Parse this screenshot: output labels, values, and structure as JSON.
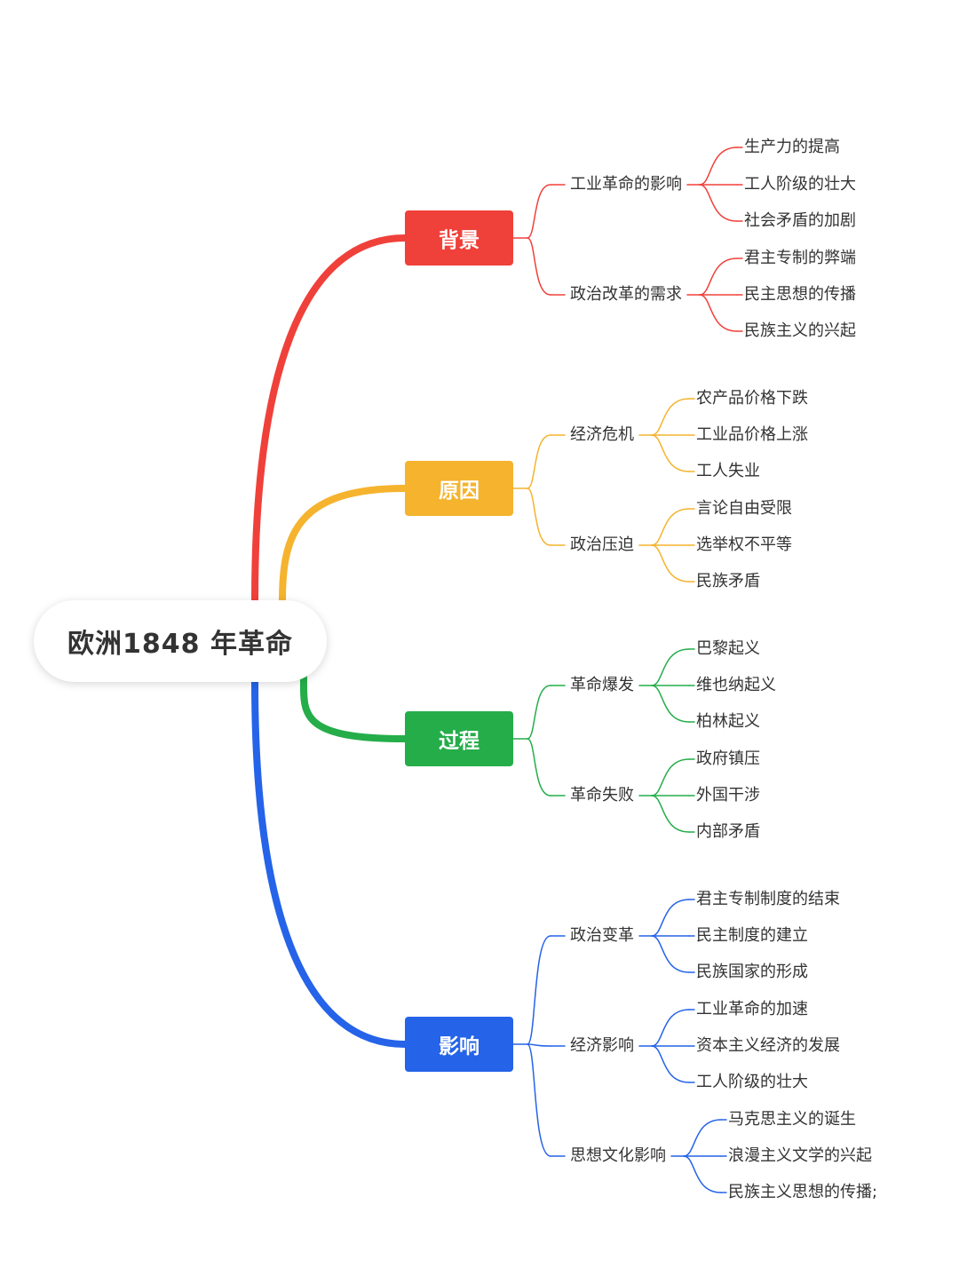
{
  "root": {
    "label": "欧洲1848 年革命"
  },
  "branches": [
    {
      "label": "背景",
      "color": "#f0403a",
      "children": [
        {
          "label": "工业革命的影响",
          "children": [
            "生产力的提高",
            "工人阶级的壮大",
            "社会矛盾的加剧"
          ]
        },
        {
          "label": "政治改革的需求",
          "children": [
            "君主专制的弊端",
            "民主思想的传播",
            "民族主义的兴起"
          ]
        }
      ]
    },
    {
      "label": "原因",
      "color": "#f5b32e",
      "children": [
        {
          "label": "经济危机",
          "children": [
            "农产品价格下跌",
            "工业品价格上涨",
            "工人失业"
          ]
        },
        {
          "label": "政治压迫",
          "children": [
            "言论自由受限",
            "选举权不平等",
            "民族矛盾"
          ]
        }
      ]
    },
    {
      "label": "过程",
      "color": "#25ad4a",
      "children": [
        {
          "label": "革命爆发",
          "children": [
            "巴黎起义",
            "维也纳起义",
            "柏林起义"
          ]
        },
        {
          "label": "革命失败",
          "children": [
            "政府镇压",
            "外国干涉",
            "内部矛盾"
          ]
        }
      ]
    },
    {
      "label": "影响",
      "color": "#2563e8",
      "children": [
        {
          "label": "政治变革",
          "children": [
            "君主专制制度的结束",
            "民主制度的建立",
            "民族国家的形成"
          ]
        },
        {
          "label": "经济影响",
          "children": [
            "工业革命的加速",
            "资本主义经济的发展",
            "工人阶级的壮大"
          ]
        },
        {
          "label": "思想文化影响",
          "children": [
            "马克思主义的诞生",
            "浪漫主义文学的兴起",
            "民族主义思想的传播;"
          ]
        }
      ]
    }
  ]
}
